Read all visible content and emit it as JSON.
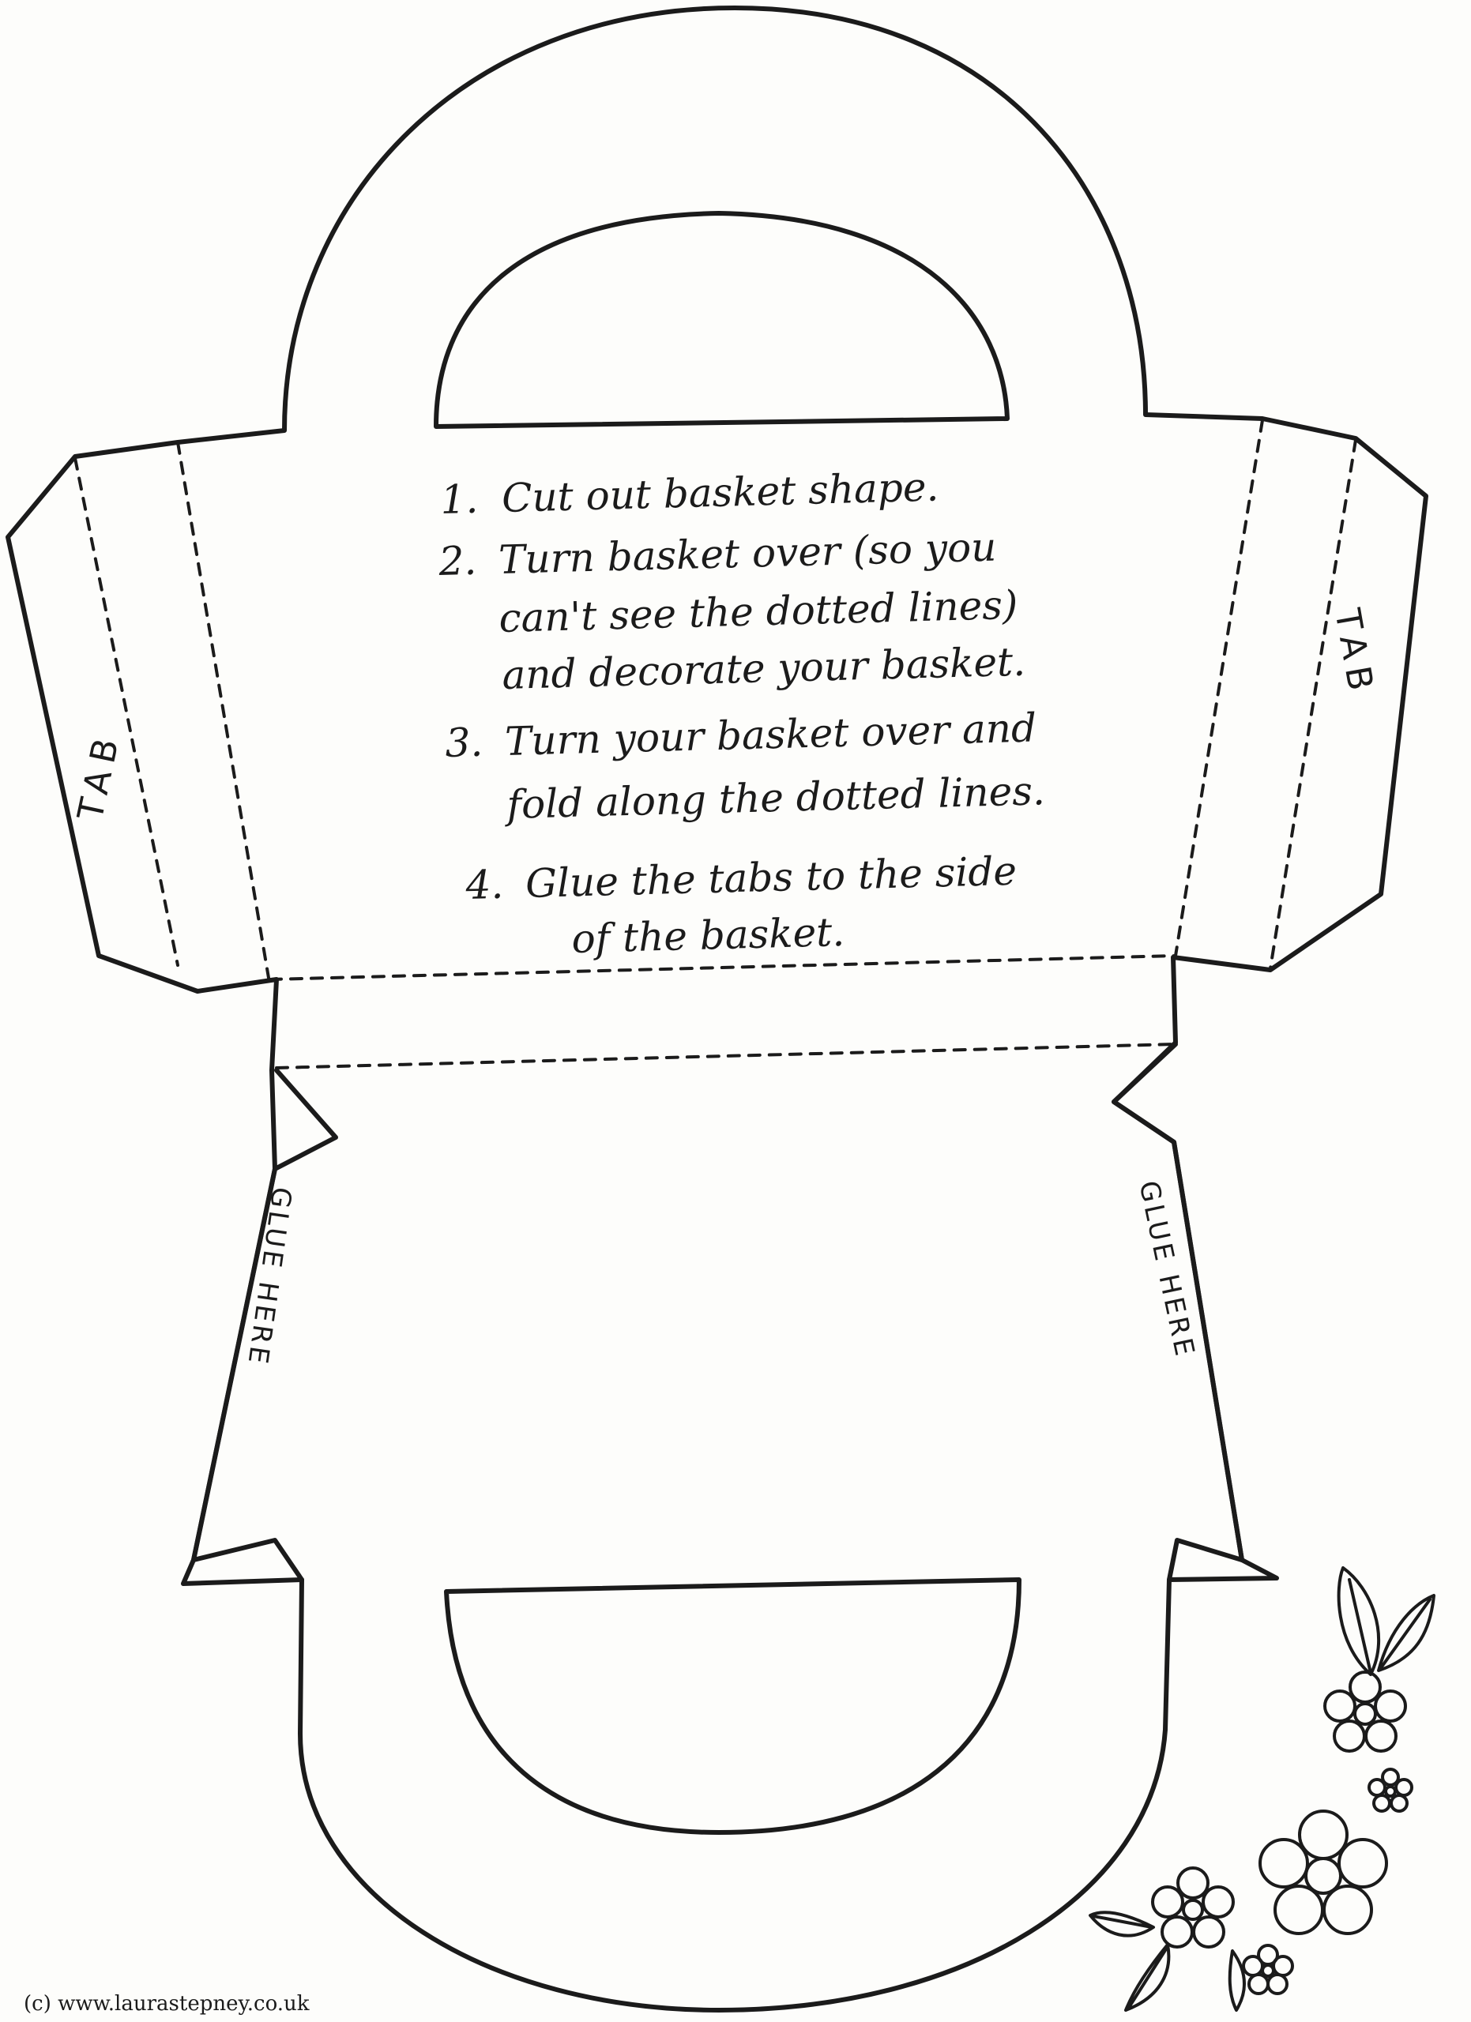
{
  "instructions": [
    {
      "number": "1.",
      "lines": [
        "Cut out basket shape."
      ]
    },
    {
      "number": "2.",
      "lines": [
        "Turn basket over (so you",
        "can't see the dotted lines)",
        "and decorate your basket."
      ]
    },
    {
      "number": "3.",
      "lines": [
        "Turn your basket over and",
        "fold along the dotted lines."
      ]
    },
    {
      "number": "4.",
      "lines": [
        "Glue the tabs to the side",
        "of the basket."
      ]
    }
  ],
  "left_tab_label": "TAB",
  "right_tab_label": "TAB",
  "left_glue_label": "GLUE HERE",
  "right_glue_label": "GLUE HERE",
  "copyright": "(c) www.laurastepney.co.uk",
  "colors": {
    "ink": "#1b1b1b",
    "paper": "#fdfdfb"
  }
}
